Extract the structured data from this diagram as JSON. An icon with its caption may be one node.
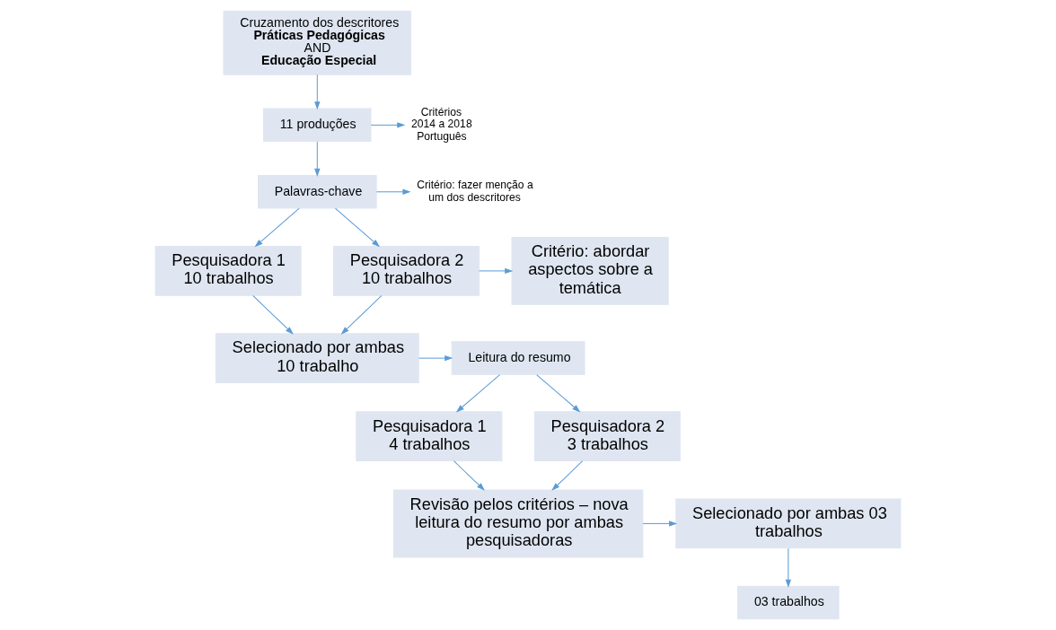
{
  "diagram": {
    "nodes": [
      {
        "text": [
          "Cruzamento dos descritores **Práticas Pedagógicas** AND **Educação Especial**"
        ]
      },
      {
        "text": [
          "11 produções"
        ]
      },
      {
        "text": [
          "Critérios",
          "2014 a 2018",
          "Português"
        ]
      },
      {
        "text": [
          "Palavras-chave"
        ]
      },
      {
        "text": [
          "Critério: fazer menção a um dos descritores"
        ]
      },
      {
        "text": [
          "Pesquisadora 1",
          "10 trabalhos"
        ]
      },
      {
        "text": [
          "Pesquisadora 2",
          "10 trabalhos"
        ]
      },
      {
        "text": [
          "Critério: abordar aspectos sobre a temática"
        ]
      },
      {
        "text": [
          "Selecionado por ambas",
          "10 trabalho"
        ]
      },
      {
        "text": [
          "Leitura do resumo"
        ]
      },
      {
        "text": [
          "Pesquisadora 1",
          "4 trabalhos"
        ]
      },
      {
        "text": [
          "Pesquisadora 2",
          "3 trabalhos"
        ]
      },
      {
        "text": [
          "Selecionado por ambas 03 trabalhos"
        ]
      },
      {
        "text": [
          "Revisão pelos critérios – nova leitura do resumo por ambas pesquisadoras"
        ]
      },
      {
        "text": [
          "03 trabalhos"
        ]
      }
    ],
    "edges": [
      {
        "from": 0,
        "to": 1,
        "arrow": "to"
      },
      {
        "from": 1,
        "to": 2,
        "arrow": "to"
      },
      {
        "from": 1,
        "to": 3,
        "arrow": "to"
      },
      {
        "from": 3,
        "to": 4,
        "arrow": "to"
      },
      {
        "from": 3,
        "to": 5,
        "arrow": "to"
      },
      {
        "from": 3,
        "to": 6,
        "arrow": "to"
      },
      {
        "from": 5,
        "to": 8,
        "arrow": "to"
      },
      {
        "from": 6,
        "to": 8,
        "arrow": "to"
      },
      {
        "from": 6,
        "to": 7,
        "arrow": "to"
      },
      {
        "from": 8,
        "to": 9,
        "arrow": "to"
      },
      {
        "from": 9,
        "to": 10,
        "arrow": "to"
      },
      {
        "from": 9,
        "to": 11,
        "arrow": "to"
      },
      {
        "from": 10,
        "to": 13,
        "arrow": "to"
      },
      {
        "from": 11,
        "to": 13,
        "arrow": "to"
      },
      {
        "from": 13,
        "to": 12,
        "arrow": "to"
      },
      {
        "from": 12,
        "to": 14,
        "arrow": "to"
      }
    ]
  }
}
